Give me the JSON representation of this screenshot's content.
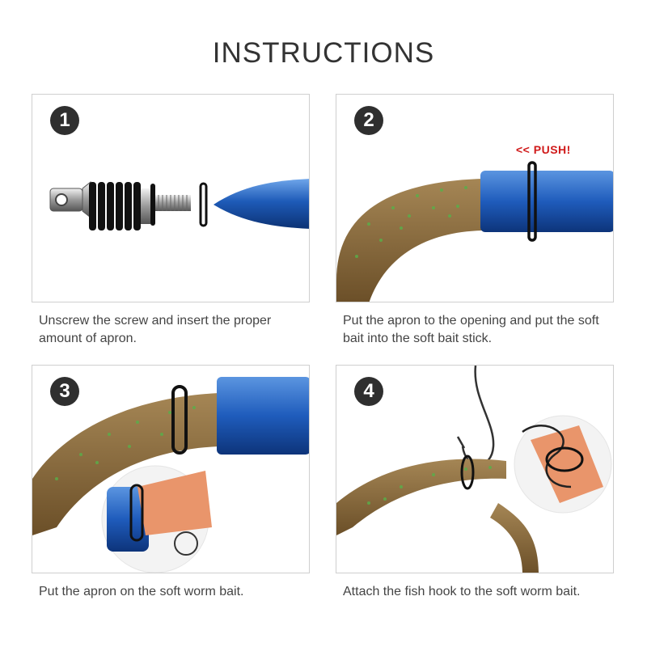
{
  "title": "INSTRUCTIONS",
  "steps": [
    {
      "number": "1",
      "caption": "Unscrew the screw and insert the proper amount of apron."
    },
    {
      "number": "2",
      "caption": "Put the apron to the opening and put the soft bait into the soft bait stick.",
      "callout": "<< PUSH!"
    },
    {
      "number": "3",
      "caption": "Put the apron on the soft worm bait."
    },
    {
      "number": "4",
      "caption": "Attach the fish hook to the soft worm bait."
    }
  ],
  "colors": {
    "stick_blue": "#1e5bb8",
    "worm_brown": "#8a6a3a",
    "worm_orange": "#e9956b",
    "push_red": "#d01a1a",
    "number_badge": "#2f2f2f"
  }
}
